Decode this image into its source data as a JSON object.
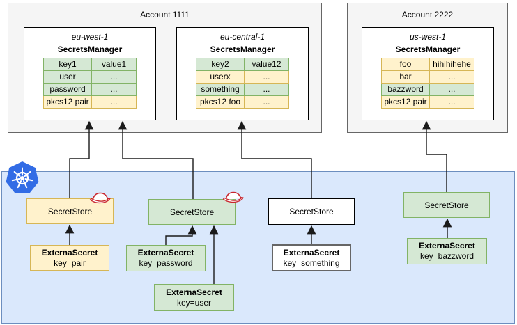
{
  "accounts": [
    {
      "title": "Account 1111",
      "regions": [
        {
          "name": "eu-west-1",
          "service": "SecretsManager",
          "rows": [
            {
              "key": "key1",
              "value": "value1",
              "color": "green"
            },
            {
              "key": "user",
              "value": "...",
              "color": "green"
            },
            {
              "key": "password",
              "value": "...",
              "color": "green"
            },
            {
              "key": "pkcs12 pair",
              "value": "...",
              "color": "yellow"
            }
          ]
        },
        {
          "name": "eu-central-1",
          "service": "SecretsManager",
          "rows": [
            {
              "key": "key2",
              "value": "value12",
              "color": "green"
            },
            {
              "key": "userx",
              "value": "...",
              "color": "yellow"
            },
            {
              "key": "something",
              "value": "...",
              "color": "green"
            },
            {
              "key": "pkcs12 foo",
              "value": "...",
              "color": "yellow"
            }
          ]
        }
      ]
    },
    {
      "title": "Account 2222",
      "regions": [
        {
          "name": "us-west-1",
          "service": "SecretsManager",
          "rows": [
            {
              "key": "foo",
              "value": "hihihihehe",
              "color": "yellow"
            },
            {
              "key": "bar",
              "value": "...",
              "color": "yellow"
            },
            {
              "key": "bazzword",
              "value": "...",
              "color": "green"
            },
            {
              "key": "pkcs12 pair",
              "value": "...",
              "color": "yellow"
            }
          ]
        }
      ]
    }
  ],
  "cluster": {
    "platform_icon": "kubernetes-logo",
    "secret_stores": [
      {
        "label": "SecretStore",
        "variant": "yellow",
        "has_redhat_icon": true
      },
      {
        "label": "SecretStore",
        "variant": "green",
        "has_redhat_icon": true
      },
      {
        "label": "SecretStore",
        "variant": "white",
        "has_redhat_icon": false
      },
      {
        "label": "SecretStore",
        "variant": "green",
        "has_redhat_icon": false
      }
    ],
    "external_secrets": [
      {
        "name": "ExternaSecret",
        "key": "key=pair",
        "variant": "yellow"
      },
      {
        "name": "ExternaSecret",
        "key": "key=password",
        "variant": "green"
      },
      {
        "name": "ExternaSecret",
        "key": "key=user",
        "variant": "green"
      },
      {
        "name": "ExternaSecret",
        "key": "key=something",
        "variant": "white"
      },
      {
        "name": "ExternaSecret",
        "key": "key=bazzword",
        "variant": "green"
      }
    ]
  },
  "colors": {
    "green_fill": "#d5e8d4",
    "green_border": "#82b366",
    "yellow_fill": "#fff2cc",
    "yellow_border": "#d6b656",
    "cluster_fill": "#dae8fc",
    "cluster_border": "#6c8ebf",
    "account_fill": "#f5f5f5",
    "account_border": "#666666",
    "kubernetes_blue": "#326ce5",
    "redhat_red": "#c9252d",
    "connector": "#1a1a1a"
  }
}
